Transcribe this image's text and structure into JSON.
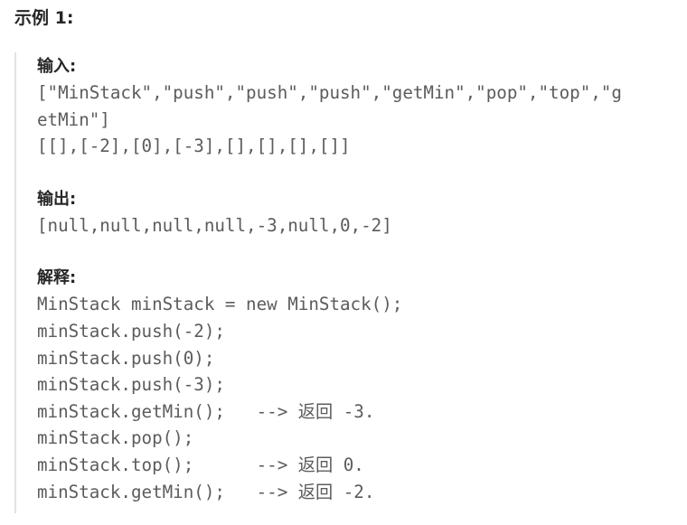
{
  "example": {
    "title": "示例 1:"
  },
  "input": {
    "label": "输入:",
    "lines": [
      "[\"MinStack\",\"push\",\"push\",\"push\",\"getMin\",\"pop\",\"top\",\"g",
      "etMin\"]",
      "[[],[-2],[0],[-3],[],[],[],[]]"
    ]
  },
  "output": {
    "label": "输出:",
    "lines": [
      "[null,null,null,null,-3,null,0,-2]"
    ]
  },
  "explanation": {
    "label": "解释:",
    "lines": [
      "MinStack minStack = new MinStack();",
      "minStack.push(-2);",
      "minStack.push(0);",
      "minStack.push(-3);",
      "minStack.getMin();   --> 返回 -3.",
      "minStack.pop();",
      "minStack.top();      --> 返回 0.",
      "minStack.getMin();   --> 返回 -2."
    ]
  }
}
